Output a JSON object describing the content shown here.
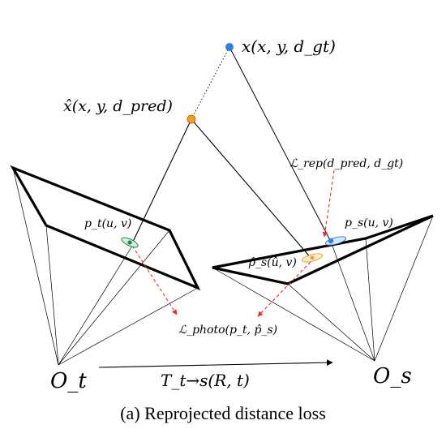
{
  "labels": {
    "point_gt": "x(x, y, d_gt)",
    "point_pred": "x̂(x, y, d_pred)",
    "origin_target": "O_t",
    "origin_source": "O_s",
    "transform": "T_t→s(R, t)",
    "pixel_target": "p_t(u, v)",
    "pixel_source": "p_s(u, v)",
    "pixel_source_pred": "p̂_s(û, v)",
    "loss_rep": "ℒ_rep(d_pred, d_gt)",
    "loss_photo": "ℒ_photo(p_t, p̂_s)"
  },
  "caption": "(a) Reprojected distance loss",
  "colors": {
    "gt_point": "#2f7fe0",
    "pred_point": "#f0a020",
    "target_pixel": "#1a8a4a",
    "loss_arrow": "#ee2b2b",
    "line": "#000000"
  }
}
